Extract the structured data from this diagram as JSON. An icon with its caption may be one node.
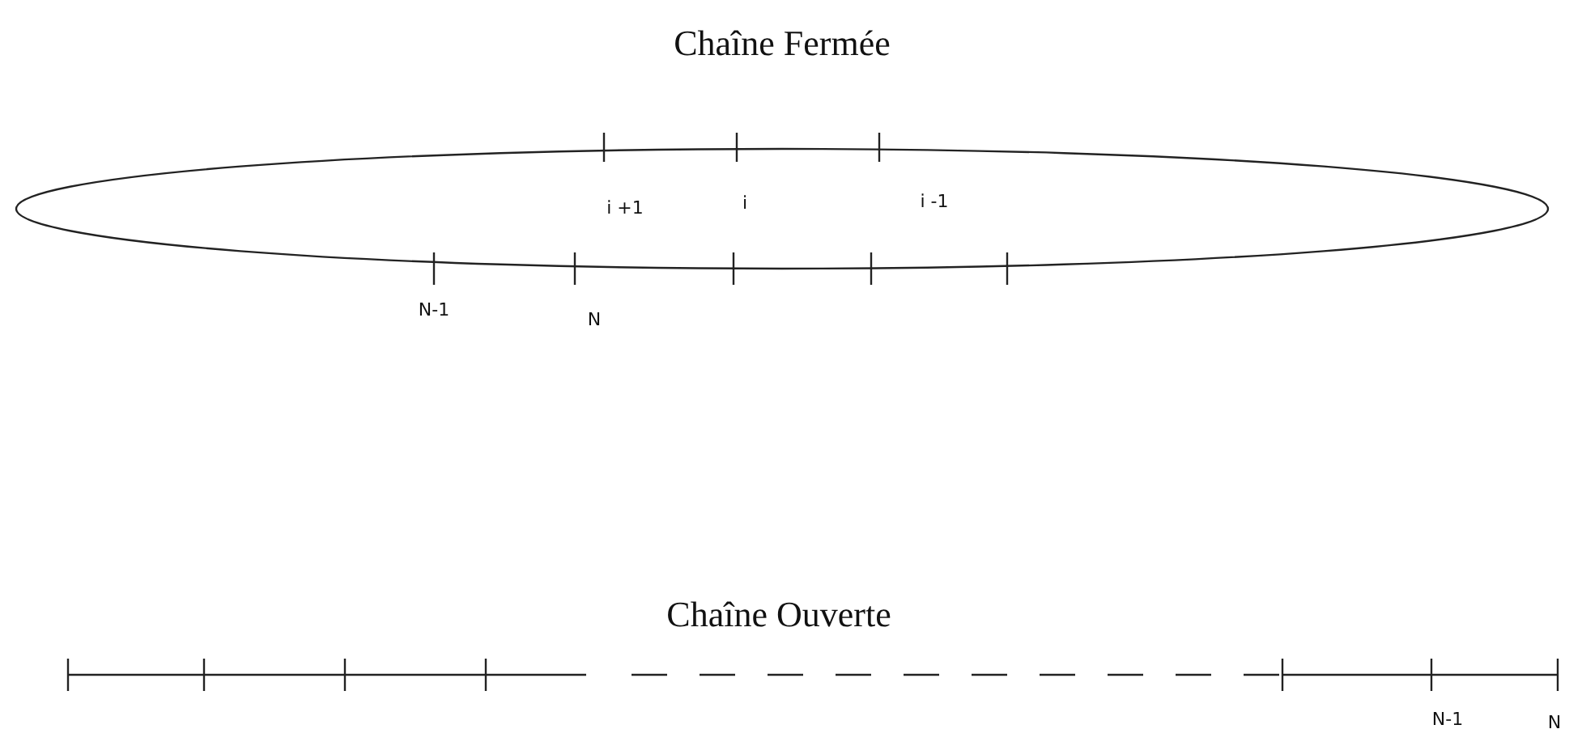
{
  "diagram": {
    "labels": [
      "Chaîne Fermée",
      "i +1",
      "i",
      "i -1",
      "N-1",
      "N",
      "Chaîne Ouverte",
      "N-1",
      "N"
    ]
  }
}
